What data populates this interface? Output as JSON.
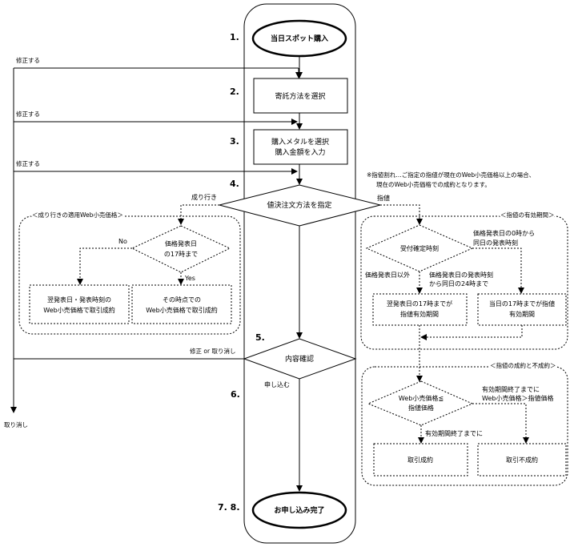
{
  "steps": {
    "s1": "1.",
    "s2": "2.",
    "s3": "3.",
    "s4": "4.",
    "s5": "5.",
    "s6": "6.",
    "s78": "7. 8."
  },
  "main": {
    "start": "当日スポット購入",
    "select_trust": "寄託方法を選択",
    "select_metal_1": "購入メタルを選択",
    "select_metal_2": "購入金額を入力",
    "decision_order": "値決注文方法を指定",
    "confirm": "内容確認",
    "apply": "申し込む",
    "done": "お申し込み完了"
  },
  "side": {
    "modify": "修正する",
    "modify_or_cancel": "修正 or 取り消し",
    "cancel": "取り消し"
  },
  "market_order": {
    "branch_label": "成り行き",
    "title": "＜成り行きの適用Web小売価格＞",
    "decision_1": "価格発表日",
    "decision_2": "の17時まで",
    "no": "No",
    "yes": "Yes",
    "no_box_1": "翌発表日・発表時刻の",
    "no_box_2": "Web小売価格で取引成約",
    "yes_box_1": "その時点での",
    "yes_box_2": "Web小売価格で取引成約"
  },
  "limit_order": {
    "branch_label": "指値",
    "note_1": "※指値割れ…ご指定の指値が現在のWeb小売価格以上の場合、",
    "note_2": "現在のWeb小売価格での成約となります。",
    "validity_title": "＜指値の有効期間＞",
    "decision": "受付確定時刻",
    "right_label_1": "価格発表日の0時から",
    "right_label_2": "同日の発表時刻",
    "left_label": "価格発表日以外",
    "mid_label_1": "価格発表日の発表時刻",
    "mid_label_2": "から同日の24時まで",
    "left_box_1": "翌発表日の17時までが",
    "left_box_2": "指値有効期間",
    "right_box_1": "当日の17時までが指値",
    "right_box_2": "有効期間"
  },
  "fill": {
    "title": "＜指値の成約と不成約＞",
    "decision_1": "Web小売価格≦",
    "decision_2": "指値価格",
    "right_label_1": "有効期間終了までに",
    "right_label_2": "Web小売価格＞指値価格",
    "down_label": "有効期間終了までに",
    "fill_box": "取引成約",
    "nofill_box": "取引不成約"
  }
}
